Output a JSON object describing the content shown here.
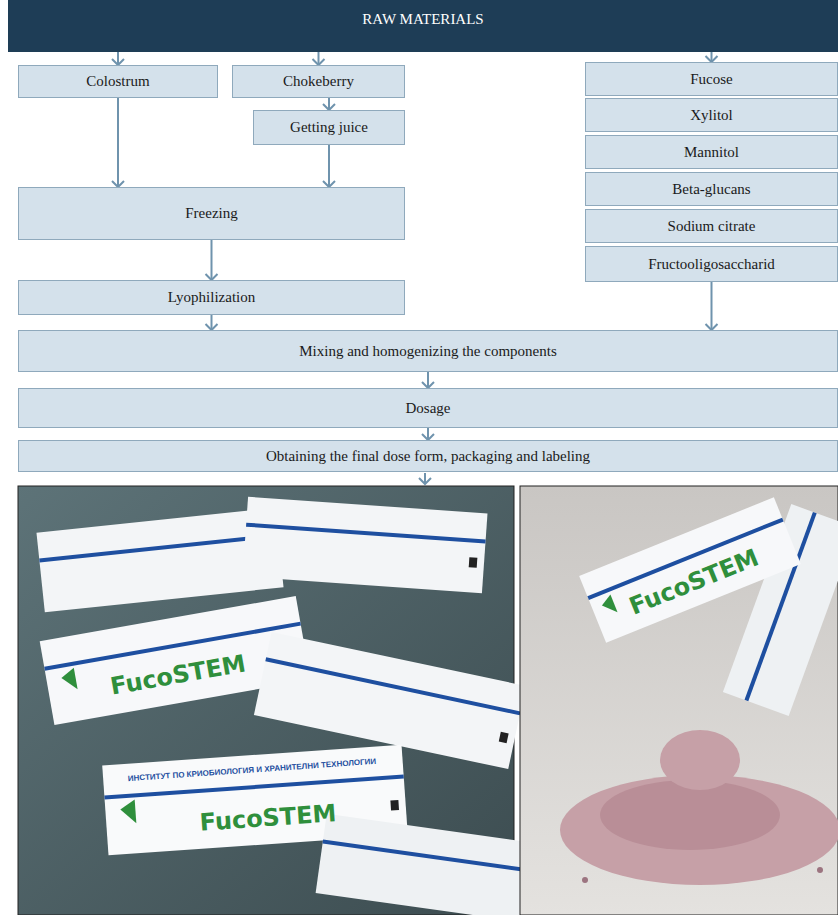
{
  "diagram": {
    "nodes": [
      {
        "text": [
          "RAW MATERIALS"
        ]
      },
      {
        "text": [
          "Colostrum"
        ]
      },
      {
        "text": [
          "Chokeberry"
        ]
      },
      {
        "text": [
          "Fucose"
        ]
      },
      {
        "text": [
          "Getting juice"
        ]
      },
      {
        "text": [
          "Xylitol"
        ]
      },
      {
        "text": [
          "Mannitol"
        ]
      },
      {
        "text": [
          "Beta-glucans"
        ]
      },
      {
        "text": [
          "Sodium citrate"
        ]
      },
      {
        "text": [
          "Fructooligosaccharid"
        ]
      },
      {
        "text": [
          "Freezing"
        ]
      },
      {
        "text": [
          "Lyophilization"
        ]
      },
      {
        "text": [
          "Mixing and homogenizing the components"
        ]
      },
      {
        "text": [
          "Dosage"
        ]
      },
      {
        "text": [
          "Obtaining the final dose form, packaging and labeling"
        ]
      }
    ],
    "edges": [
      {
        "from": 0,
        "to": 1,
        "arrow": "to"
      },
      {
        "from": 0,
        "to": 2,
        "arrow": "to"
      },
      {
        "from": 0,
        "to": 3,
        "arrow": "to"
      },
      {
        "from": 2,
        "to": 4,
        "arrow": "to"
      },
      {
        "from": 1,
        "to": 10,
        "arrow": "to"
      },
      {
        "from": 4,
        "to": 10,
        "arrow": "to"
      },
      {
        "from": 10,
        "to": 11,
        "arrow": "to"
      },
      {
        "from": 11,
        "to": 12,
        "arrow": "to"
      },
      {
        "from": 9,
        "to": 12,
        "arrow": "to"
      },
      {
        "from": 12,
        "to": 13,
        "arrow": "to"
      },
      {
        "from": 13,
        "to": 14,
        "arrow": "to"
      }
    ],
    "labels": [
      "FucoSTEM",
      "FucoSTEM",
      "FucoSTEM",
      "ИНСТИТУТ ПО КРИОБИОЛОГИЯ И ХРАНИТЕЛНИ ТЕХНОЛОГИИ"
    ]
  }
}
